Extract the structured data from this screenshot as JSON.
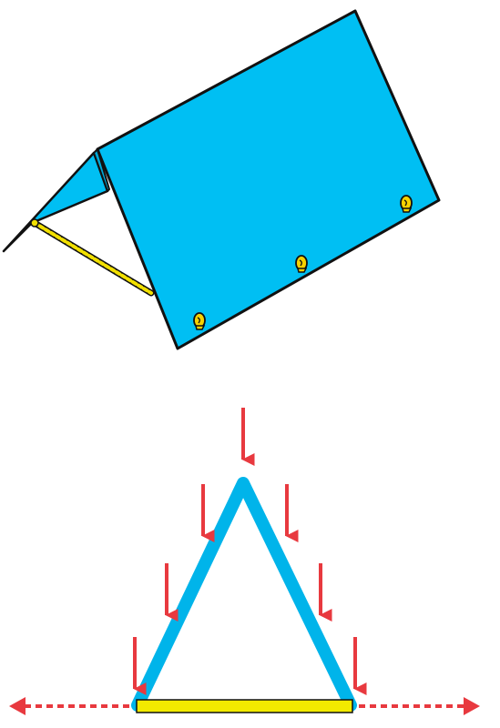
{
  "illustration": {
    "subject": "a-frame-with-tie-rope",
    "panel_color": "#00bff3",
    "outline_color": "#111111",
    "rope_color": "#f2e000",
    "bolt_color": "#f7d200",
    "bolt_count": 3
  },
  "force_diagram": {
    "frame_color": "#00b4ea",
    "base_color": "#f2ea00",
    "load_arrow_color": "#e8393f",
    "load_arrow_count": 7,
    "thrust_arrow_color": "#e8393f",
    "thrust_arrow_style": "dashed"
  }
}
